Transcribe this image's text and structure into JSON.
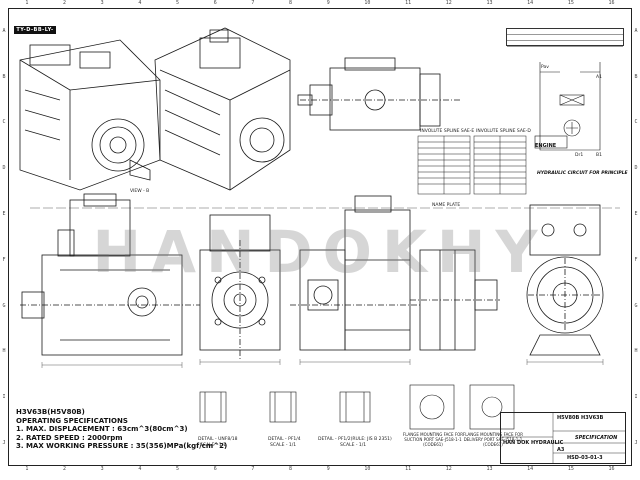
{
  "watermark": "HANDOKHY",
  "logo": "TY-D-BB-LY-DW",
  "specifications": {
    "model": "H3V63B(H5V80B)",
    "heading": "OPERATING SPECIFICATIONS",
    "items": [
      "1. MAX. DISPLACEMENT : 63cm^3(80cm^3)",
      "2. RATED SPEED : 2000rpm",
      "3. MAX WORKING PRESSURE : 35(356)MPa(kgf/cm^2)"
    ]
  },
  "views": {
    "view_b": "VIEW - B",
    "name_plate": "NAME PLATE",
    "engine": "ENGINE",
    "hydraulic_circuit": "HYDRAULIC CIRCUIT FOR PRINCIPLE",
    "dr1": "Dr1",
    "b1": "B1",
    "a1": "A1",
    "pav": "Pav",
    "involute_spline_1": "INVOLUTE SPLINE SAE-E",
    "involute_spline_2": "INVOLUTE SPLINE SAE-D",
    "detail_1": "DETAIL - UNF8/18",
    "detail_2": "DETAIL - PF1/4",
    "detail_3": "DETAIL - PF1/2(RULE: JIS B 2351)",
    "flange_suction": "FLANGE MOUNTING FACE FOR SUCTION PORT SAE-J518-1-1 (CODE61)",
    "flange_delivery": "FLANGE MOUNTING FACE FOR DELIVERY PORT SAE-J518-1-1 (CODE61)",
    "scale_label": "SCALE - 1/1"
  },
  "title_block": {
    "company": "HAN DOK HYDRAULIC",
    "model": "H5V80B H3V63B",
    "title": "SPECIFICATION",
    "scale": "A3",
    "drawing_no": "HSD-03-01-3"
  },
  "zones": {
    "columns": [
      "1",
      "2",
      "3",
      "4",
      "5",
      "6",
      "7",
      "8",
      "9",
      "10",
      "11",
      "12",
      "13",
      "14",
      "15",
      "16"
    ],
    "rows": [
      "A",
      "B",
      "C",
      "D",
      "E",
      "F",
      "G",
      "H",
      "I",
      "J"
    ]
  }
}
